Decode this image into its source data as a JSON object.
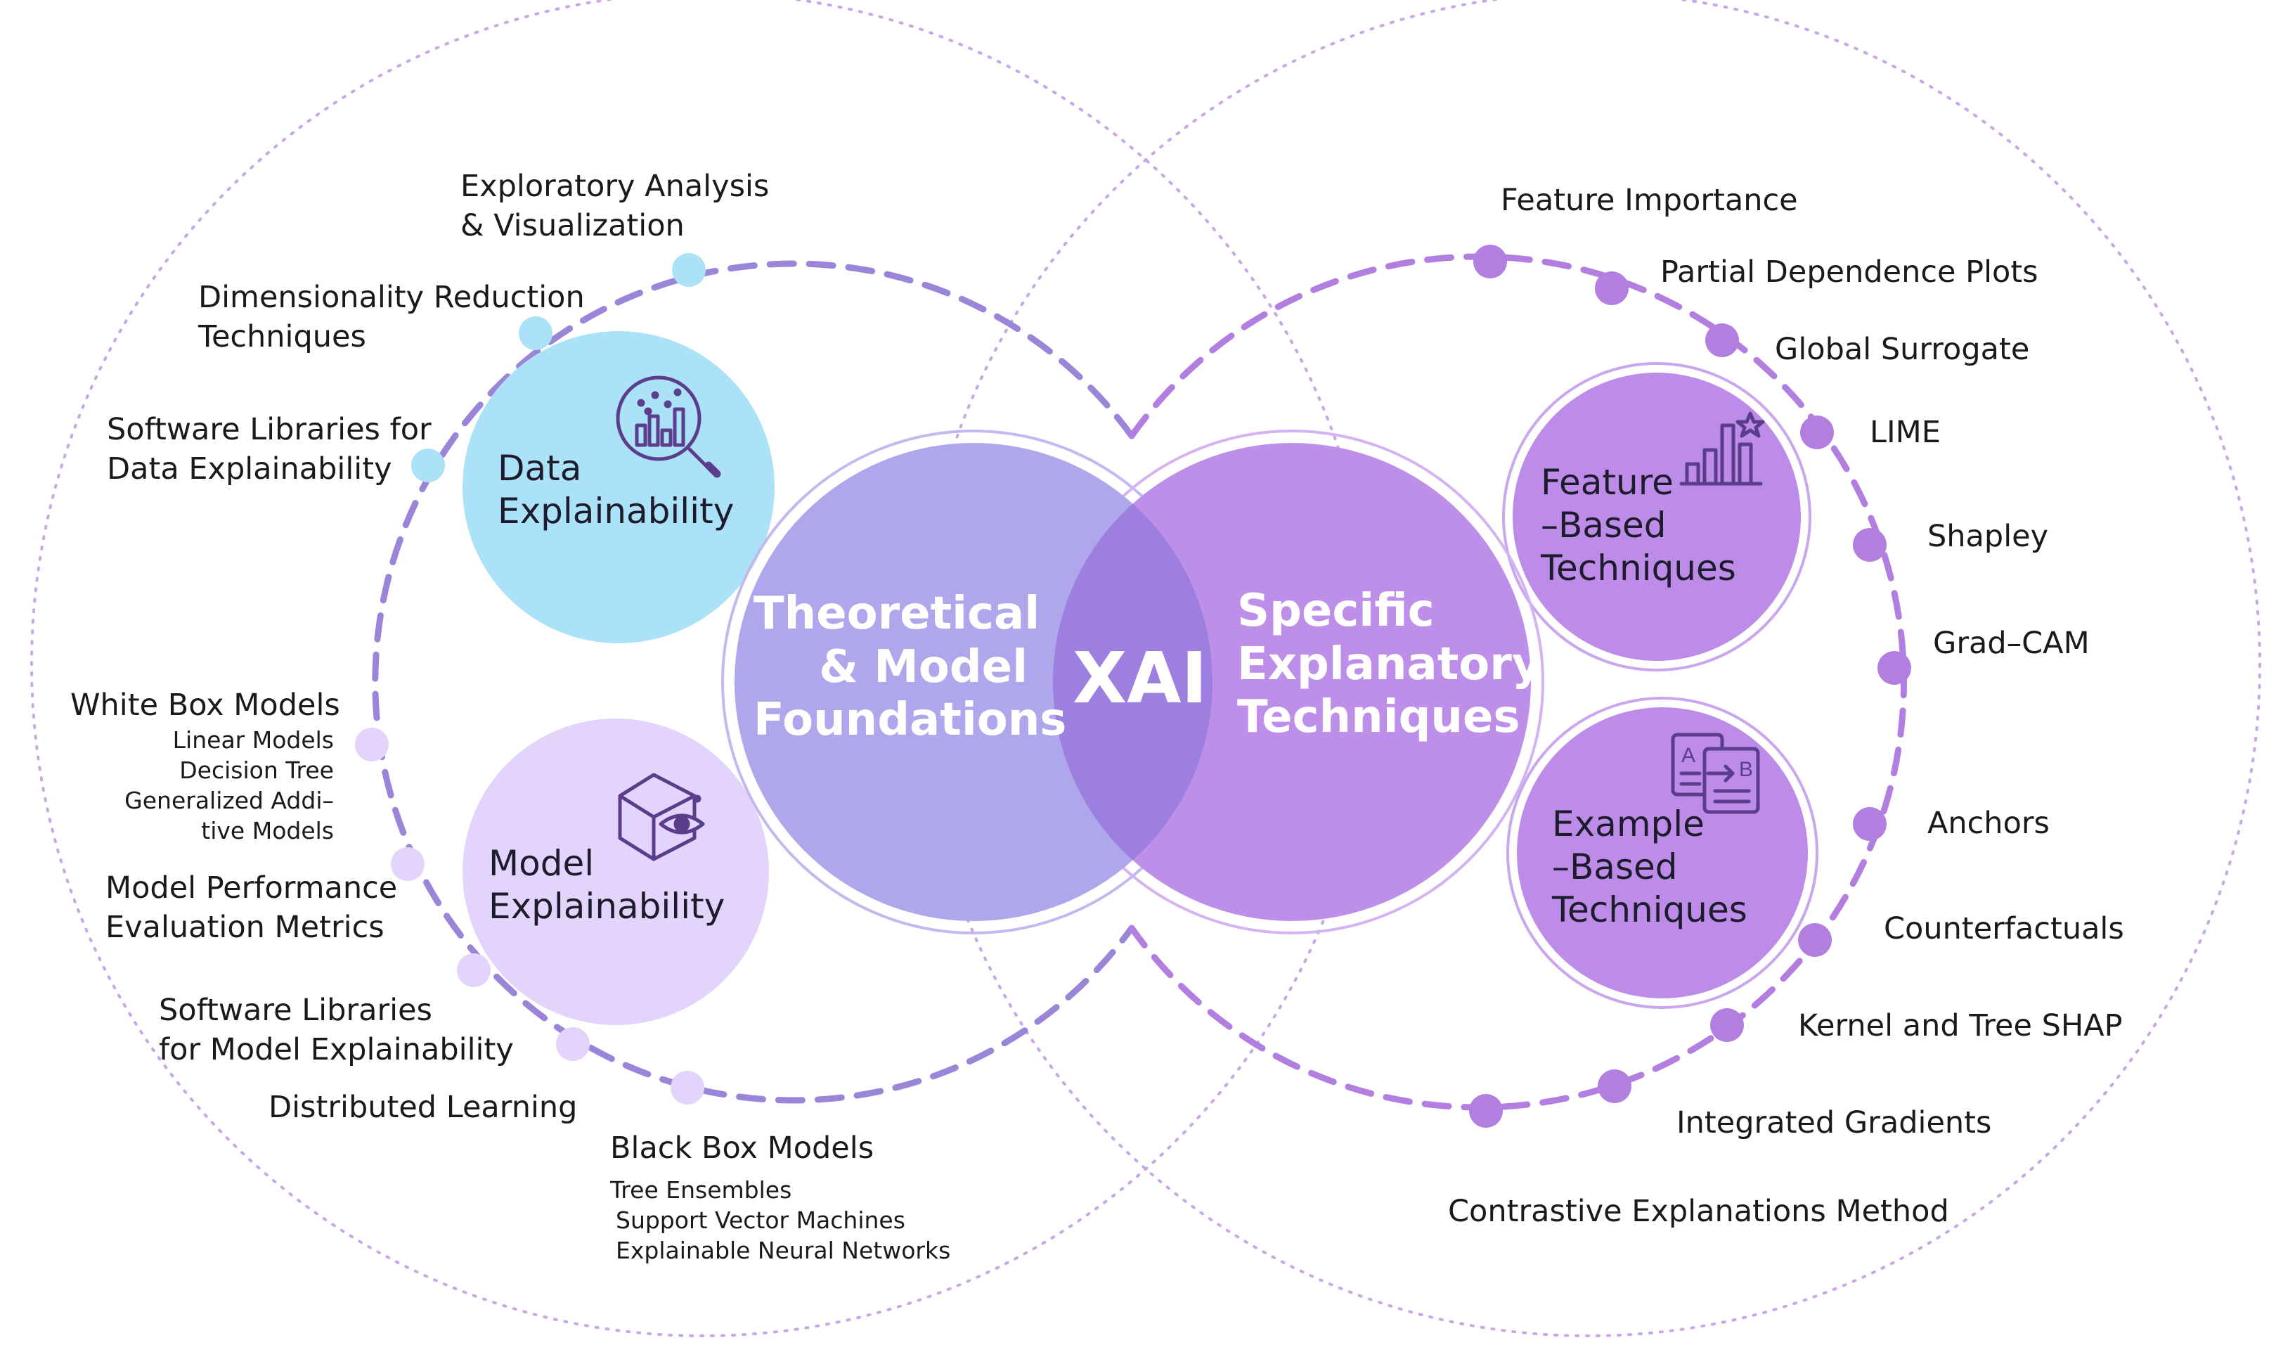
{
  "center": {
    "xai": "XAI",
    "left_lines": [
      "Theoretical",
      "& Model",
      "Foundations"
    ],
    "right_lines": [
      "Specific",
      "Explanatory",
      "Techniques"
    ]
  },
  "hubs": {
    "data": [
      "Data",
      "Explainability"
    ],
    "model": [
      "Model",
      "Explainability"
    ],
    "feature": [
      "Feature",
      "–Based",
      "Techniques"
    ],
    "example": [
      "Example",
      "–Based",
      "Techniques"
    ],
    "example_icon_letters": [
      "A",
      "B"
    ]
  },
  "left_items": {
    "exploratory": [
      "Exploratory Analysis",
      "& Visualization"
    ],
    "dimensionality": [
      "Dimensionality Reduction",
      "Techniques"
    ],
    "software_data": [
      "Software Libraries for",
      "Data Explainability"
    ],
    "white_box_title": "White Box Models",
    "white_box_sub": [
      "Linear Models",
      "Decision Tree",
      "Generalized Addi–",
      "tive Models"
    ],
    "model_performance": [
      "Model Performance",
      "Evaluation Metrics"
    ],
    "software_model": [
      "Software Libraries",
      "for Model Explainability"
    ],
    "distributed": "Distributed Learning",
    "black_box_title": "Black Box Models",
    "black_box_sub": [
      "Tree Ensembles",
      "Support Vector Machines",
      "Explainable Neural Networks"
    ]
  },
  "right_items": {
    "feature_importance": "Feature Importance",
    "pdp": "Partial Dependence Plots",
    "global_surrogate": "Global Surrogate",
    "lime": "LIME",
    "shapley": "Shapley",
    "gradcam": "Grad–CAM",
    "anchors": "Anchors",
    "counterfactuals": "Counterfactuals",
    "kernel_tree_shap": "Kernel and Tree SHAP",
    "integrated_gradients": "Integrated Gradients",
    "contrastive": "Contrastive Explanations Method"
  },
  "colors": {
    "outer_dotted": "#c7a7e8",
    "left_dashed": "#9a85d8",
    "right_dashed": "#b27fe0",
    "data_hub": "#abe2f7",
    "model_hub": "#e2d4fa",
    "center_left": "#aea7ec",
    "center_right": "#be8fe8",
    "center_overlap": "#9d7fe0",
    "right_hub": "#bd8be8",
    "left_dot_blue": "#abe2f7",
    "left_dot_lilac": "#e2d4fa",
    "right_dot": "#b27fe0",
    "icon_stroke": "#5a3e8c"
  },
  "icons": [
    "magnifier-chart-icon",
    "cube-eye-icon",
    "bar-chart-star-icon",
    "document-translate-icon"
  ]
}
